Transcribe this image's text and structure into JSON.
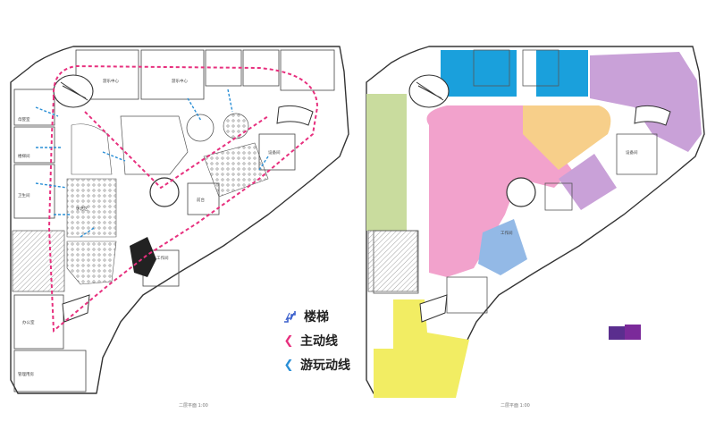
{
  "legend": {
    "stairs_label": "楼梯",
    "main_route_label": "主动线",
    "play_route_label": "游玩动线"
  },
  "colors": {
    "main_route": "#e7307e",
    "play_route": "#2a8fd6",
    "stairs_icon": "#3a5fcc",
    "zone_blue": "#1aa0dc",
    "zone_pink": "#f2a2cc",
    "zone_orange": "#f7cf8a",
    "zone_purple": "#c9a1d8",
    "zone_green": "#c9dc9e",
    "zone_yellow": "#f2ed63",
    "zone_lightblue": "#93b9e6",
    "swatch_a": "#5a2e8e",
    "swatch_b": "#7b2a9a"
  },
  "left_plan": {
    "caption": "二层平面 1:00",
    "room_labels": [
      "游乐中心",
      "游乐中心",
      "母婴室",
      "楼梯间",
      "卫生间",
      "工作间",
      "休息区",
      "管理用房",
      "设备间",
      "前台",
      "办公室"
    ]
  },
  "right_plan": {
    "caption": "二层平面 1:00",
    "room_labels": [
      "工作间",
      "设备间"
    ]
  }
}
